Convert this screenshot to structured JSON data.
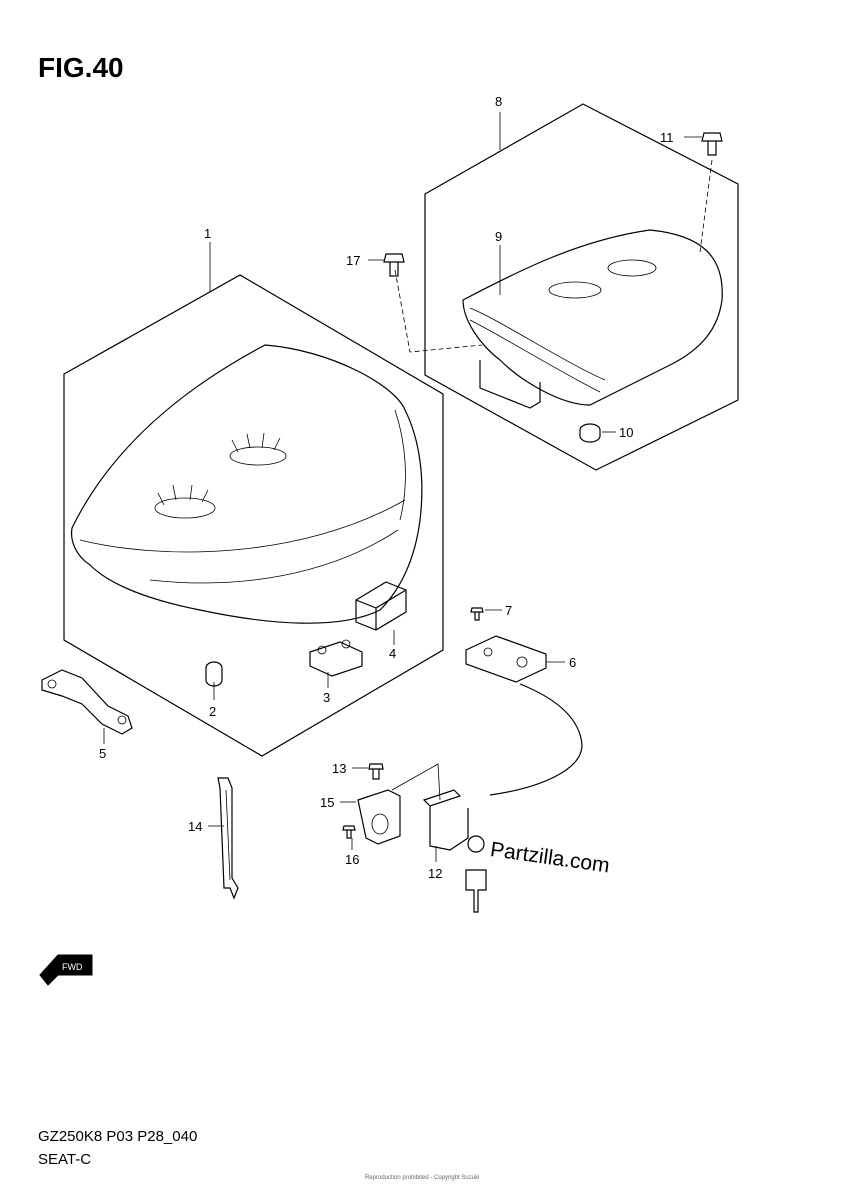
{
  "figure": {
    "title": "FIG.40",
    "model_code": "GZ250K8 P03 P28_040",
    "section_name": "SEAT-C",
    "copyright": "Reproduction prohibited - Copyright Suzuki",
    "watermark": "Partzilla.com",
    "fwd_label": "FWD"
  },
  "callouts": [
    {
      "id": "c1",
      "label": "1"
    },
    {
      "id": "c2",
      "label": "2"
    },
    {
      "id": "c3",
      "label": "3"
    },
    {
      "id": "c4",
      "label": "4"
    },
    {
      "id": "c5",
      "label": "5"
    },
    {
      "id": "c6",
      "label": "6"
    },
    {
      "id": "c7",
      "label": "7"
    },
    {
      "id": "c8",
      "label": "8"
    },
    {
      "id": "c9",
      "label": "9"
    },
    {
      "id": "c10",
      "label": "10"
    },
    {
      "id": "c11",
      "label": "11"
    },
    {
      "id": "c12",
      "label": "12"
    },
    {
      "id": "c13",
      "label": "13"
    },
    {
      "id": "c14",
      "label": "14"
    },
    {
      "id": "c15",
      "label": "15"
    },
    {
      "id": "c16",
      "label": "16"
    },
    {
      "id": "c17",
      "label": "17"
    }
  ]
}
